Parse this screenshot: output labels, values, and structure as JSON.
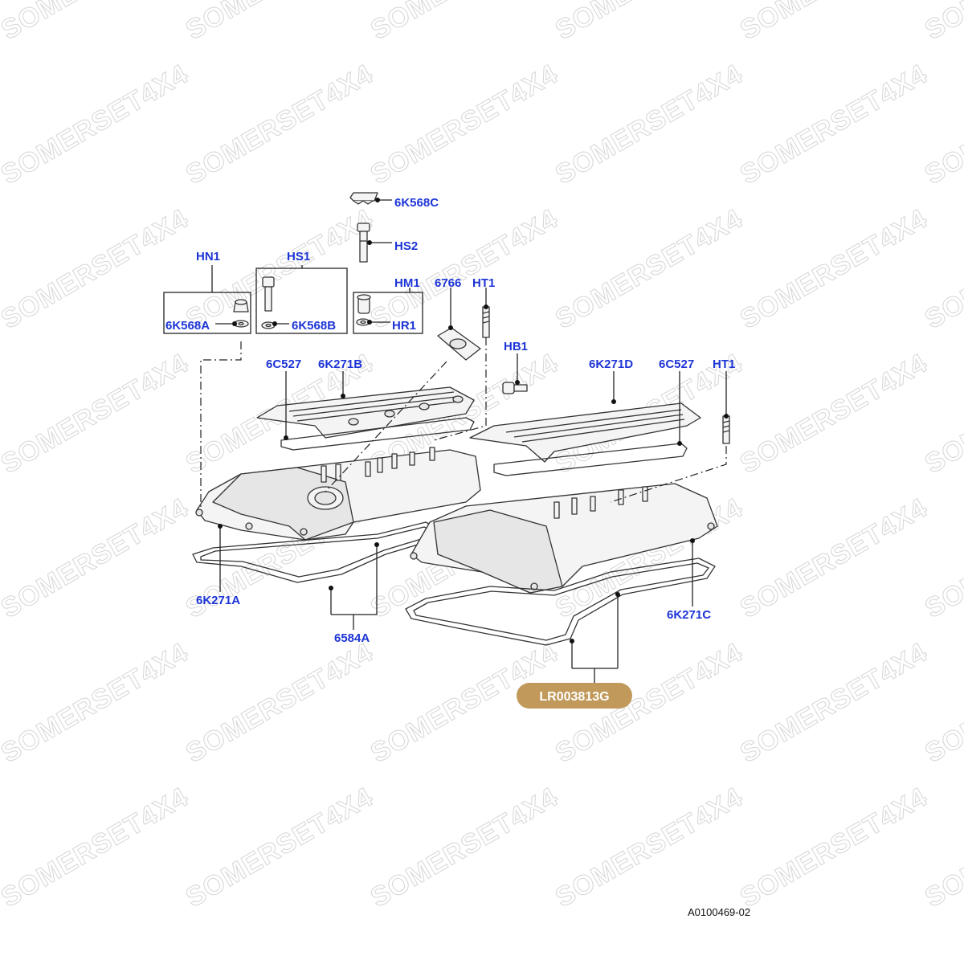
{
  "watermark": "SOMERSET4X4",
  "callouts": {
    "6K568C": "6K568C",
    "HS2": "HS2",
    "HN1": "HN1",
    "HS1": "HS1",
    "HM1": "HM1",
    "6766": "6766",
    "HT1_top": "HT1",
    "6K568A": "6K568A",
    "6K568B": "6K568B",
    "HR1": "HR1",
    "HB1": "HB1",
    "6C527_left": "6C527",
    "6K271B": "6K271B",
    "6K271D": "6K271D",
    "6C527_right": "6C527",
    "HT1_right": "HT1",
    "6K271A": "6K271A",
    "6584A": "6584A",
    "6K271C": "6K271C"
  },
  "part_badge": {
    "label": "LR003813G",
    "color": "#c19a5b"
  },
  "figure_ref": "A0100469-02",
  "colors": {
    "callout": "#1d35d6",
    "line": "#222222"
  }
}
